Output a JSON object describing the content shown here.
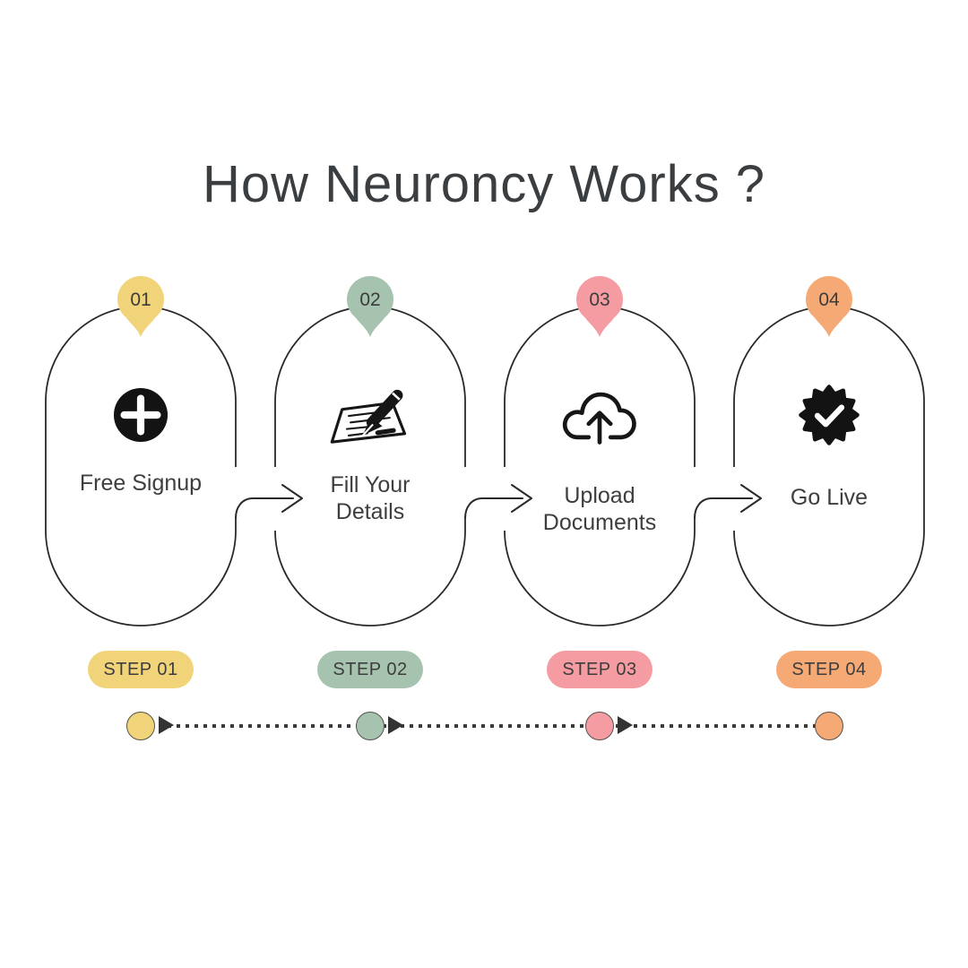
{
  "title": "How Neuroncy Works ?",
  "colors": {
    "background": "#ffffff",
    "outline": "#2a2a2a",
    "icon_black": "#131313",
    "title_text": "#3b3e41",
    "body_text": "#3e3e3e",
    "step_yellow": "#F1D47A",
    "step_green": "#A6C3B0",
    "step_pink": "#F49CA1",
    "step_orange": "#F5AA76",
    "timeline_dot": "#3a3a3a",
    "timeline_arrow": "#333333"
  },
  "steps": [
    {
      "number": "01",
      "label_line1": "Free Signup",
      "label_line2": "",
      "badge": "STEP 01",
      "color": "#F1D47A",
      "icon": "plus-circle-icon"
    },
    {
      "number": "02",
      "label_line1": "Fill Your",
      "label_line2": "Details",
      "badge": "STEP 02",
      "color": "#A6C3B0",
      "icon": "form-pen-icon"
    },
    {
      "number": "03",
      "label_line1": "Upload",
      "label_line2": "Documents",
      "badge": "STEP 03",
      "color": "#F49CA1",
      "icon": "cloud-upload-icon"
    },
    {
      "number": "04",
      "label_line1": "Go Live",
      "label_line2": "",
      "badge": "STEP 04",
      "color": "#F5AA76",
      "icon": "verified-badge-icon"
    }
  ],
  "timeline": {
    "node_colors": [
      "#F1D47A",
      "#A6C3B0",
      "#F49CA1",
      "#F5AA76"
    ],
    "arrow_count": 3,
    "dot_style": "square-dotted"
  }
}
